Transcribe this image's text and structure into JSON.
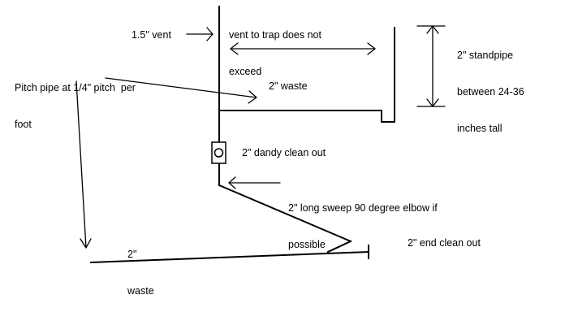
{
  "labels": {
    "vent_size": "1.5\" vent",
    "vent_to_trap_line1": "vent to trap does not",
    "vent_to_trap_line2": "exceed",
    "standpipe_line1": "2\" standpipe",
    "standpipe_line2": "between 24-36",
    "standpipe_line3": "inches tall",
    "pitch_line1": "Pitch pipe at 1/4\" pitch  per",
    "pitch_line2": "foot",
    "waste_upper": "2\" waste",
    "dandy_cleanout": "2\" dandy clean out",
    "elbow_line1": "2\" long sweep 90 degree elbow if",
    "elbow_line2": "possible",
    "waste_lower_line1": "2\"",
    "waste_lower_line2": "waste",
    "end_cleanout": "2\" end clean out"
  },
  "colors": {
    "ink": "#000000",
    "background": "#ffffff"
  }
}
